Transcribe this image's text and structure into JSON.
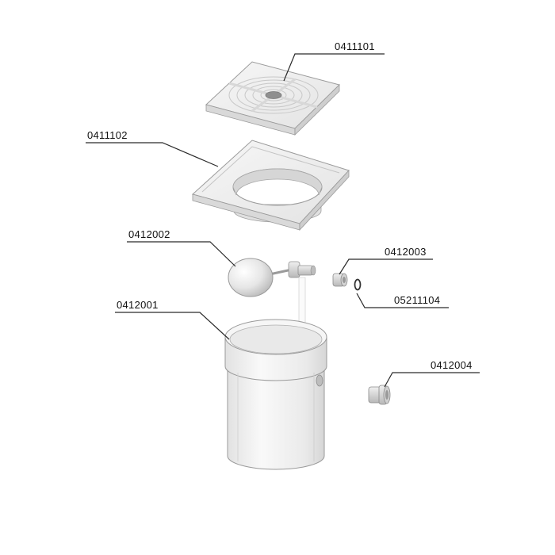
{
  "parts": [
    {
      "id": "lid",
      "code": "0411101"
    },
    {
      "id": "frame",
      "code": "0411102"
    },
    {
      "id": "float-valve",
      "code": "0412002"
    },
    {
      "id": "nut",
      "code": "0412003"
    },
    {
      "id": "o-ring",
      "code": "05211104"
    },
    {
      "id": "body",
      "code": "0412001"
    },
    {
      "id": "fitting",
      "code": "0412004"
    }
  ],
  "colors": {
    "line": "#2a2a2a",
    "part_fill": "#f1f1f1",
    "part_edge": "#9a9a9a"
  }
}
